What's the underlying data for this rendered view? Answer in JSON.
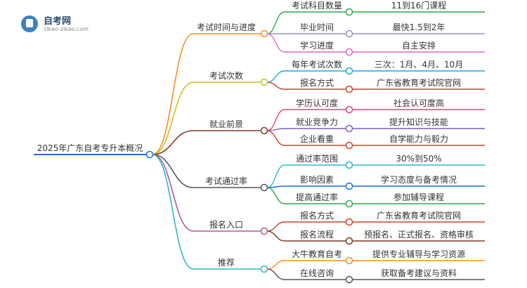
{
  "logo": {
    "name": "自考网",
    "url": "zikao-zikao.com"
  },
  "root": {
    "label": "2025年广东自考专升本概况"
  },
  "branches": [
    {
      "label": "考试时间与进度",
      "color": "#ff8c1a",
      "children": [
        {
          "label": "考试科目数量",
          "value": "11到16门课程",
          "color": "#2fa84f"
        },
        {
          "label": "毕业时间",
          "value": "最快1.5到2年",
          "color": "#9b8fc9"
        },
        {
          "label": "学习进度",
          "value": "自主安排",
          "color": "#e066c7"
        }
      ]
    },
    {
      "label": "考试次数",
      "color": "#c6c322",
      "children": [
        {
          "label": "每年考试次数",
          "value": "三次：1月、4月、10月",
          "color": "#19a9d6"
        },
        {
          "label": "报名方式",
          "value": "广东省教育考试院官网",
          "color": "#d0402c"
        }
      ]
    },
    {
      "label": "就业前景",
      "color": "#7d3a24",
      "children": [
        {
          "label": "学历认可度",
          "value": "社会认可度高",
          "color": "#e0407a"
        },
        {
          "label": "就业竞争力",
          "value": "提升知识与技能",
          "color": "#7b5bc0"
        },
        {
          "label": "企业看重",
          "value": "自学能力与毅力",
          "color": "#d0402c"
        }
      ]
    },
    {
      "label": "考试通过率",
      "color": "#555555",
      "children": [
        {
          "label": "通过率范围",
          "value": "30%到50%",
          "color": "#2cb8c8"
        },
        {
          "label": "影响因素",
          "value": "学习态度与备考情况",
          "color": "#1e6fd0"
        },
        {
          "label": "提高通过率",
          "value": "参加辅导课程",
          "color": "#2fa84f"
        }
      ]
    },
    {
      "label": "报名入口",
      "color": "#b05a9a",
      "children": [
        {
          "label": "报名方式",
          "value": "广东省教育考试院官网",
          "color": "#d0402c"
        },
        {
          "label": "报名流程",
          "value": "预报名、正式报名、资格审核",
          "color": "#7d3a24"
        }
      ]
    },
    {
      "label": "推荐",
      "color": "#2cb8c8",
      "children": [
        {
          "label": "大牛教育自考",
          "value": "提供专业辅导与学习资源",
          "color": "#ff8c1a"
        },
        {
          "label": "在线咨询",
          "value": "获取备考建议与资料",
          "color": "#555555"
        }
      ]
    }
  ]
}
